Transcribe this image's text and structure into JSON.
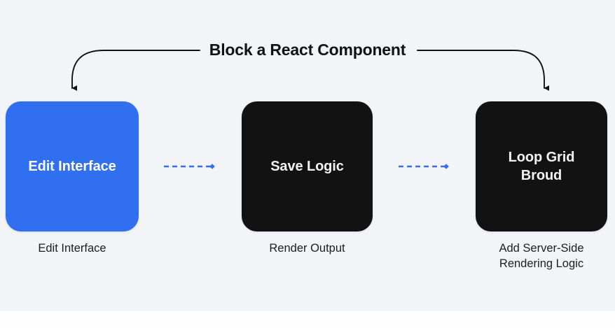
{
  "diagram": {
    "title": "Block a React Component",
    "background_color": "#f2f4f7",
    "accent_color": "#2f6ff0",
    "dark_color": "#121212",
    "nodes": [
      {
        "id": "edit-interface",
        "label": "Edit Interface",
        "caption": "Edit Interface",
        "fill": "#2f6ff0",
        "text_color": "#ffffff"
      },
      {
        "id": "save-logic",
        "label": "Save Logic",
        "caption": "Render Output",
        "fill": "#121212",
        "text_color": "#f3f3f3"
      },
      {
        "id": "loop-grid-broud",
        "label": "Loop Grid\nBroud",
        "caption": "Add Server-Side\nRendering Logic",
        "fill": "#121212",
        "text_color": "#f3f3f3"
      }
    ],
    "connectors": [
      {
        "id": "edit-to-save",
        "from": "edit-interface",
        "to": "save-logic",
        "style": "dashed",
        "color": "#2f6ff0",
        "marker": "diamond"
      },
      {
        "id": "save-to-loop",
        "from": "save-logic",
        "to": "loop-grid-broud",
        "style": "dashed",
        "color": "#2f6ff0",
        "marker": "diamond"
      }
    ],
    "title_arrows": [
      {
        "id": "title-to-edit-interface",
        "direction": "left-down",
        "color": "#111111",
        "marker": "triangle"
      },
      {
        "id": "title-to-loop-grid",
        "direction": "right-down",
        "color": "#111111",
        "marker": "triangle"
      }
    ]
  }
}
